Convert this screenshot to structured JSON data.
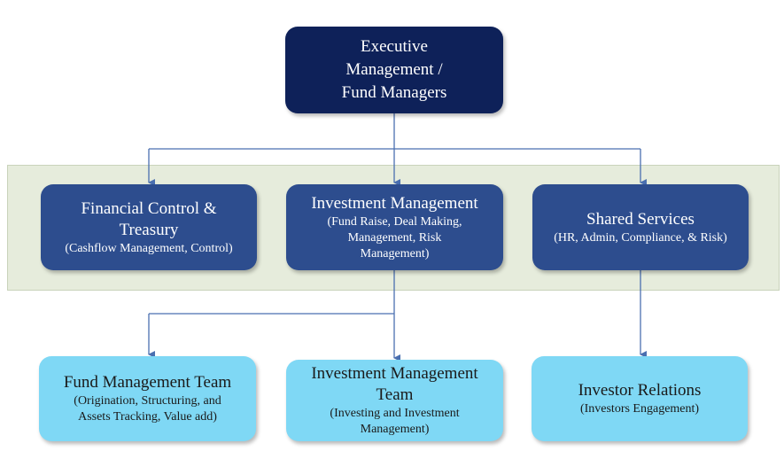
{
  "exec": {
    "title": "Executive Management / Fund Managers"
  },
  "level2": [
    {
      "title": "Financial Control & Treasury",
      "subtitle": "(Cashflow Management, Control)"
    },
    {
      "title": "Investment Management",
      "subtitle": "(Fund Raise, Deal Making, Management, Risk Management)"
    },
    {
      "title": "Shared Services",
      "subtitle": "(HR, Admin, Compliance, & Risk)"
    }
  ],
  "level3": [
    {
      "title": "Fund Management Team",
      "subtitle": "(Origination, Structuring, and Assets Tracking, Value add)"
    },
    {
      "title": "Investment Management Team",
      "subtitle": "(Investing and Investment Management)"
    },
    {
      "title": "Investor Relations",
      "subtitle": "(Investors Engagement)"
    }
  ],
  "colors": {
    "exec_box": "#0e2159",
    "mid_box": "#2d4d8e",
    "low_box": "#7fd8f5",
    "band": "#e6ecdc",
    "connector": "#4a6fb0"
  }
}
